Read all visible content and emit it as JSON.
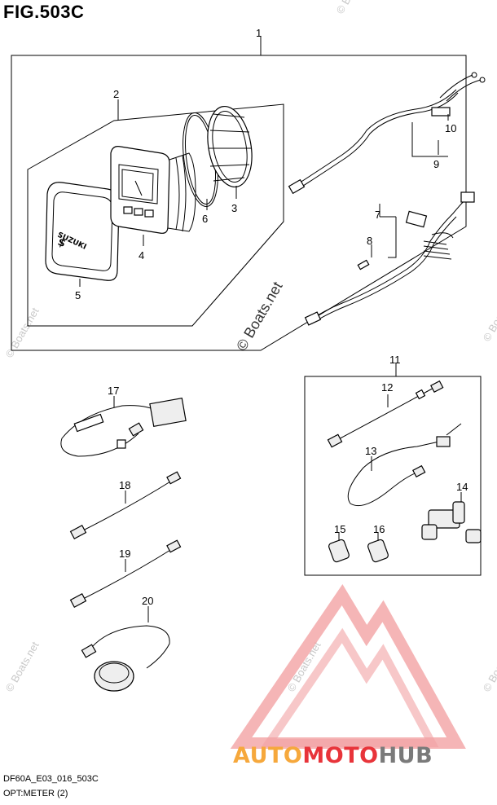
{
  "title": "FIG.503C",
  "footer": {
    "code": "DF60A_E03_016_503C",
    "caption": "OPT:METER (2)"
  },
  "watermarks": {
    "main": "© Boats.net",
    "faint": "© Boats.net"
  },
  "logo": {
    "text": "AUTOMOTOHUB",
    "color_orange": "#f6a83c",
    "color_red": "#e8343a",
    "color_gray": "#7a7a7a"
  },
  "callouts": [
    "1",
    "2",
    "3",
    "4",
    "5",
    "6",
    "7",
    "8",
    "9",
    "10",
    "11",
    "12",
    "13",
    "14",
    "15",
    "16",
    "17",
    "18",
    "19",
    "20"
  ]
}
